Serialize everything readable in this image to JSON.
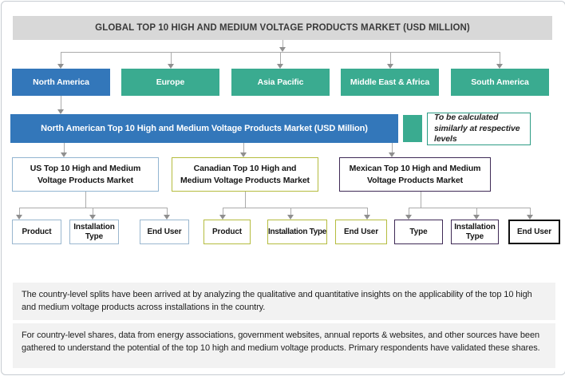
{
  "title": "GLOBAL TOP 10 HIGH AND MEDIUM VOLTAGE PRODUCTS MARKET (USD MILLION)",
  "regions": [
    {
      "label": "North America",
      "highlighted": true
    },
    {
      "label": "Europe",
      "highlighted": false
    },
    {
      "label": "Asia Pacific",
      "highlighted": false
    },
    {
      "label": "Middle East & Africa",
      "highlighted": false
    },
    {
      "label": "South America",
      "highlighted": false
    }
  ],
  "na_bar_label": "North American Top 10 High and Medium Voltage Products Market (USD Million)",
  "legend": {
    "note": "To be calculated similarly at respective levels"
  },
  "countries": [
    {
      "label": "US Top 10 High and Medium Voltage Products Market",
      "children": [
        "Product",
        "Installation Type",
        "End User"
      ]
    },
    {
      "label": "Canadian Top 10 High and Medium Voltage Products Market",
      "children": [
        "Product",
        "Installation Type",
        "End User"
      ]
    },
    {
      "label": "Mexican Top 10 High and Medium Voltage Products Market",
      "children": [
        "Type",
        "Installation Type",
        "End User"
      ]
    }
  ],
  "notes": {
    "paragraph1": "The country-level splits have been arrived at by analyzing the qualitative and quantitative insights on the applicability of the top 10 high and medium voltage products across installations in the country.",
    "paragraph2": "For country-level shares, data from energy associations, government websites, annual reports & websites, and other sources have been gathered to understand the potential of the top 10 high and medium voltage products. Primary respondents have validated these shares."
  },
  "colors": {
    "accent_blue": "#3377BA",
    "accent_teal": "#3AAB90",
    "header_gray": "#D8D8D8",
    "us_border": "#92B5D1",
    "canada_border": "#B5BC3F",
    "mexico_border": "#3F2A56",
    "note_background": "#F2F2F2"
  }
}
